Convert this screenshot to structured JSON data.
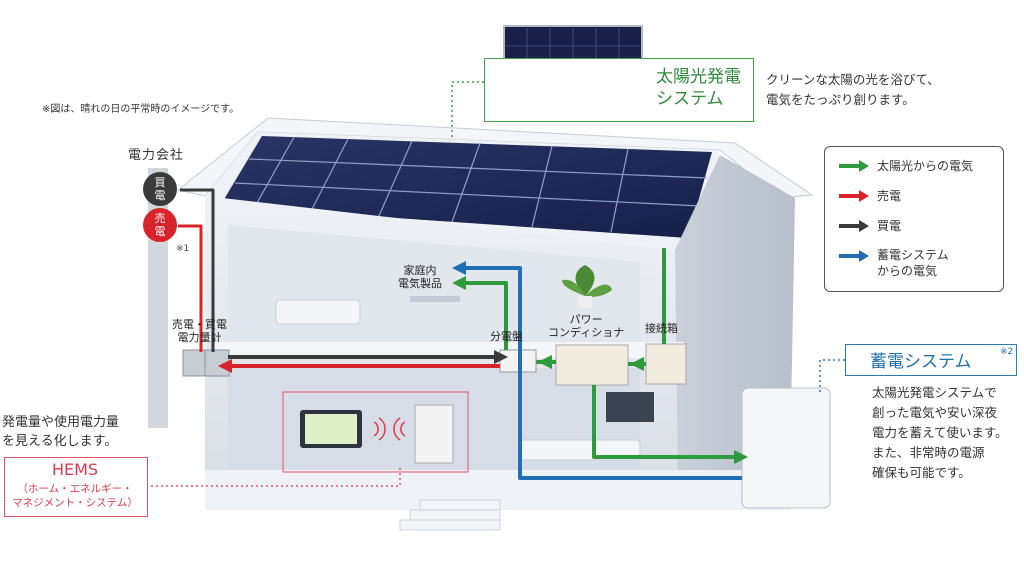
{
  "note": "※図は、晴れの日の平常時のイメージです。",
  "power_company": "電力会社",
  "badges": {
    "buy": [
      "買",
      "電"
    ],
    "sell": [
      "売",
      "電"
    ],
    "note1": "※1"
  },
  "labels": {
    "meter": [
      "売電・買電",
      "電力量計"
    ],
    "appliances": [
      "家庭内",
      "電気製品"
    ],
    "panel": "分電盤",
    "pcs": [
      "パワー",
      "コンディショナ"
    ],
    "junction_box": "接続箱"
  },
  "solar": {
    "title": [
      "太陽光発電",
      "システム"
    ],
    "desc": [
      "クリーンな太陽の光を浴びて、",
      "電気をたっぷり創ります。"
    ]
  },
  "legend": [
    {
      "label": [
        "太陽光からの電気"
      ],
      "color": "#2e9a3c"
    },
    {
      "label": [
        "売電"
      ],
      "color": "#d8232a"
    },
    {
      "label": [
        "買電"
      ],
      "color": "#3a3a3a"
    },
    {
      "label": [
        "蓄電システム",
        "からの電気"
      ],
      "color": "#1f6fb2"
    }
  ],
  "battery": {
    "title": "蓄電システム",
    "note": "※2",
    "desc": [
      "太陽光発電システムで",
      "創った電気や安い深夜",
      "電力を蓄えて使います。",
      "また、非常時の電源",
      "確保も可能です。"
    ]
  },
  "hems": {
    "desc": [
      "発電量や使用電力量",
      "を見える化します。"
    ],
    "title": "HEMS",
    "sub": [
      "（ホーム・エネルギー・",
      "マネジメント・システム）"
    ]
  },
  "colors": {
    "solar": "#2e9a3c",
    "sell": "#d8232a",
    "buy": "#3a3a3a",
    "battery": "#1f6fb2",
    "hems": "#e0384d"
  }
}
